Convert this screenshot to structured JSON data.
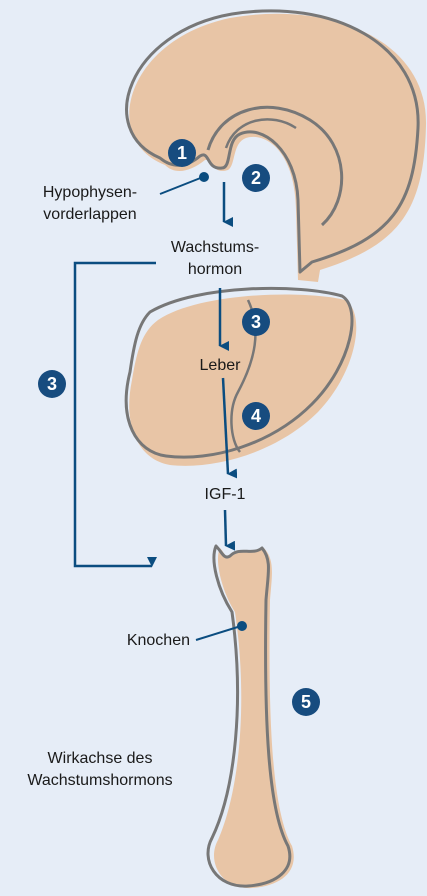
{
  "labels": {
    "pituitary_line1": "Hypophysen-",
    "pituitary_line2": "vorderlappen",
    "gh_line1": "Wachstums-",
    "gh_line2": "hormon",
    "liver": "Leber",
    "igf": "IGF-1",
    "bone": "Knochen",
    "caption_line1": "Wirkachse des",
    "caption_line2": "Wachstumshormons"
  },
  "badges": [
    "1",
    "2",
    "3",
    "3",
    "4",
    "5"
  ],
  "colors": {
    "background": "#e6edf7",
    "organ_fill": "#e8c5a6",
    "organ_stroke": "#777777",
    "arrow": "#0b4d80",
    "badge": "#174c7f"
  }
}
